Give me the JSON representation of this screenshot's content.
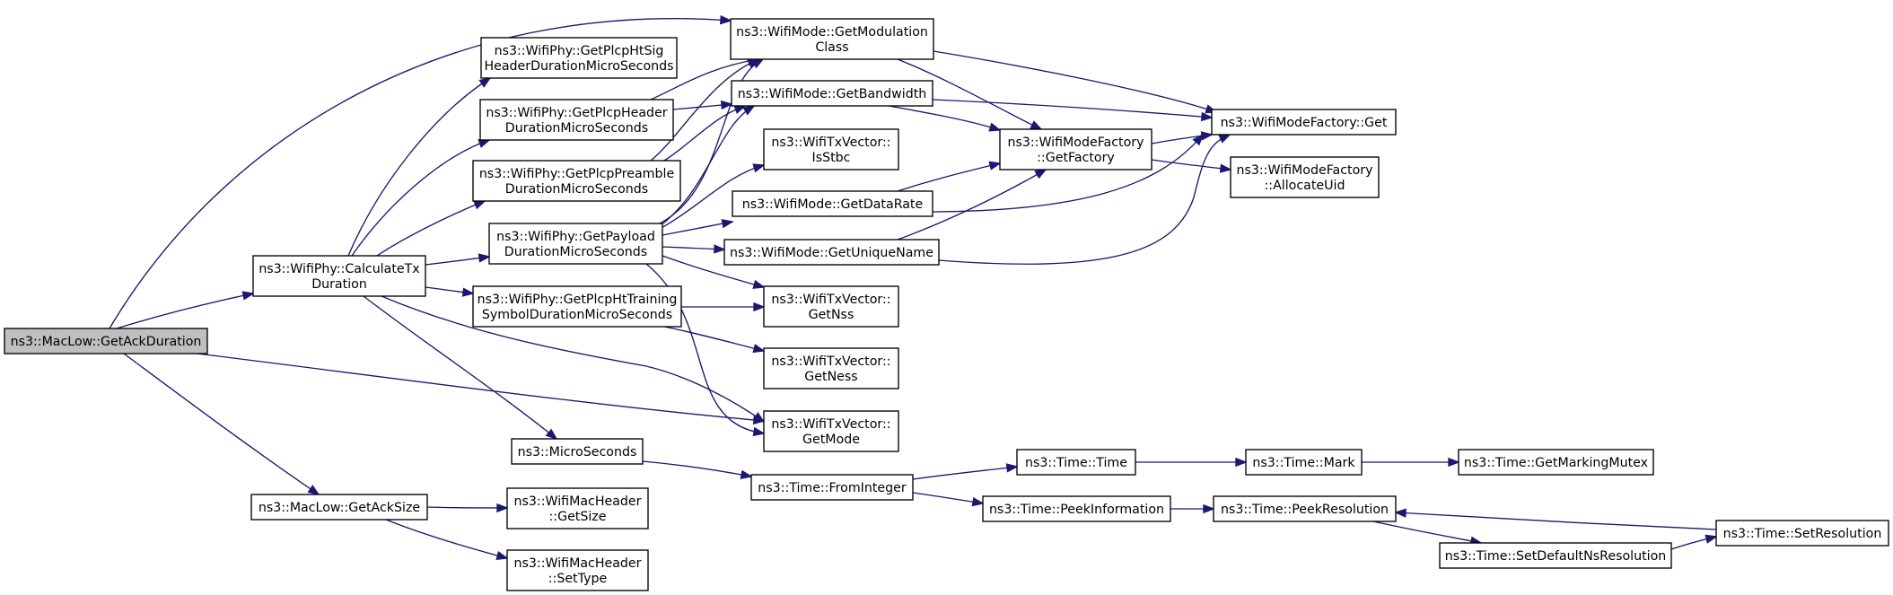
{
  "diagram": {
    "colors": {
      "edge": "#191970",
      "node_fill": "#ffffff",
      "root_fill": "#bfbfbf",
      "border": "#000000"
    },
    "nodes": [
      {
        "id": "getackduration",
        "lines": [
          "ns3::MacLow::GetAckDuration"
        ],
        "root": true
      },
      {
        "id": "calculatetx",
        "lines": [
          "ns3::WifiPhy::CalculateTx",
          "Duration"
        ]
      },
      {
        "id": "getacksize",
        "lines": [
          "ns3::MacLow::GetAckSize"
        ]
      },
      {
        "id": "plcphtsig",
        "lines": [
          "ns3::WifiPhy::GetPlcpHtSig",
          "HeaderDurationMicroSeconds"
        ]
      },
      {
        "id": "plcpheader",
        "lines": [
          "ns3::WifiPhy::GetPlcpHeader",
          "DurationMicroSeconds"
        ]
      },
      {
        "id": "plcppreamble",
        "lines": [
          "ns3::WifiPhy::GetPlcpPreamble",
          "DurationMicroSeconds"
        ]
      },
      {
        "id": "payload",
        "lines": [
          "ns3::WifiPhy::GetPayload",
          "DurationMicroSeconds"
        ]
      },
      {
        "id": "plcphttraining",
        "lines": [
          "ns3::WifiPhy::GetPlcpHtTraining",
          "SymbolDurationMicroSeconds"
        ]
      },
      {
        "id": "microseconds",
        "lines": [
          "ns3::MicroSeconds"
        ]
      },
      {
        "id": "macheadergetsize",
        "lines": [
          "ns3::WifiMacHeader",
          "::GetSize"
        ]
      },
      {
        "id": "macheadersettype",
        "lines": [
          "ns3::WifiMacHeader",
          "::SetType"
        ]
      },
      {
        "id": "modulationclass",
        "lines": [
          "ns3::WifiMode::GetModulation",
          "Class"
        ]
      },
      {
        "id": "bandwidth",
        "lines": [
          "ns3::WifiMode::GetBandwidth"
        ]
      },
      {
        "id": "isstbc",
        "lines": [
          "ns3::WifiTxVector::",
          "IsStbc"
        ]
      },
      {
        "id": "datarate",
        "lines": [
          "ns3::WifiMode::GetDataRate"
        ]
      },
      {
        "id": "uniquename",
        "lines": [
          "ns3::WifiMode::GetUniqueName"
        ]
      },
      {
        "id": "getnss",
        "lines": [
          "ns3::WifiTxVector::",
          "GetNss"
        ]
      },
      {
        "id": "getness",
        "lines": [
          "ns3::WifiTxVector::",
          "GetNess"
        ]
      },
      {
        "id": "getmode",
        "lines": [
          "ns3::WifiTxVector::",
          "GetMode"
        ]
      },
      {
        "id": "frominteger",
        "lines": [
          "ns3::Time::FromInteger"
        ]
      },
      {
        "id": "getfactory",
        "lines": [
          "ns3::WifiModeFactory",
          "::GetFactory"
        ]
      },
      {
        "id": "factoryget",
        "lines": [
          "ns3::WifiModeFactory::Get"
        ]
      },
      {
        "id": "allocateuid",
        "lines": [
          "ns3::WifiModeFactory",
          "::AllocateUid"
        ]
      },
      {
        "id": "timetime",
        "lines": [
          "ns3::Time::Time"
        ]
      },
      {
        "id": "peekinformation",
        "lines": [
          "ns3::Time::PeekInformation"
        ]
      },
      {
        "id": "mark",
        "lines": [
          "ns3::Time::Mark"
        ]
      },
      {
        "id": "markingmutex",
        "lines": [
          "ns3::Time::GetMarkingMutex"
        ]
      },
      {
        "id": "peekresolution",
        "lines": [
          "ns3::Time::PeekResolution"
        ]
      },
      {
        "id": "setdefaultns",
        "lines": [
          "ns3::Time::SetDefaultNsResolution"
        ]
      },
      {
        "id": "setresolution",
        "lines": [
          "ns3::Time::SetResolution"
        ]
      }
    ]
  }
}
